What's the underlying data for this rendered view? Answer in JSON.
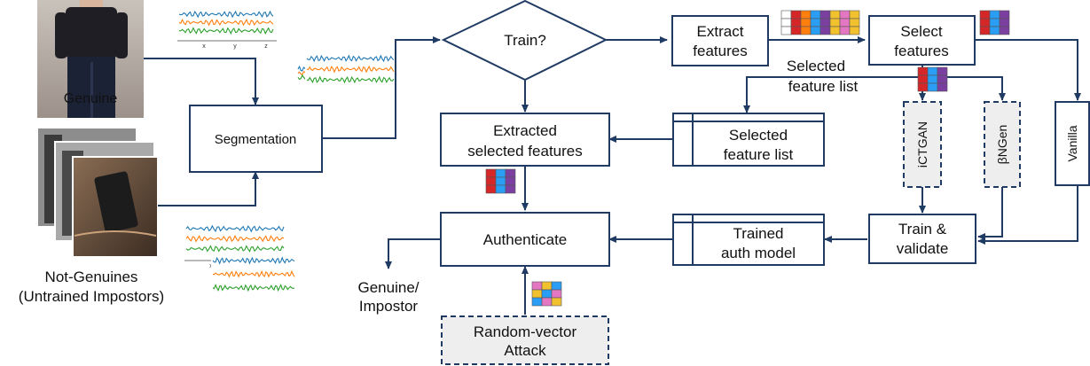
{
  "nodes": {
    "segmentation": "Segmentation",
    "train_decision": "Train?",
    "extract_features": [
      "Extract",
      "features"
    ],
    "select_features": [
      "Select",
      "features"
    ],
    "extracted_selected_features": [
      "Extracted",
      "selected features"
    ],
    "selected_feature_list_box": [
      "Selected",
      "feature list"
    ],
    "authenticate": "Authenticate",
    "trained_auth_model": [
      "Trained",
      "auth model"
    ],
    "train_validate": [
      "Train &",
      "validate"
    ],
    "random_vector_attack": [
      "Random-vector",
      "Attack"
    ],
    "ictgan": "iCTGAN",
    "bngen": "βNGen",
    "vanilla": "Vanilla"
  },
  "labels": {
    "genuine_photo_caption": "Genuine",
    "not_genuines": [
      "Not-Genuines",
      "(Untrained Impostors)"
    ],
    "selected_feature_list_edge": [
      "Selected",
      "feature list"
    ],
    "output": [
      "Genuine/",
      "Impostor"
    ],
    "signal_axes": [
      "x",
      "y",
      "z"
    ]
  },
  "colors": {
    "stroke": "#1f3b63",
    "dashed_fill": "#eeeeee",
    "signal_blue": "#1f77b4",
    "signal_orange": "#ff7f0e",
    "signal_green": "#2ca02c",
    "feature_colors": [
      "#d62728",
      "#ff7f0e",
      "#2a9df4",
      "#7b3fa0",
      "#f2c12e",
      "#e377c2"
    ]
  }
}
